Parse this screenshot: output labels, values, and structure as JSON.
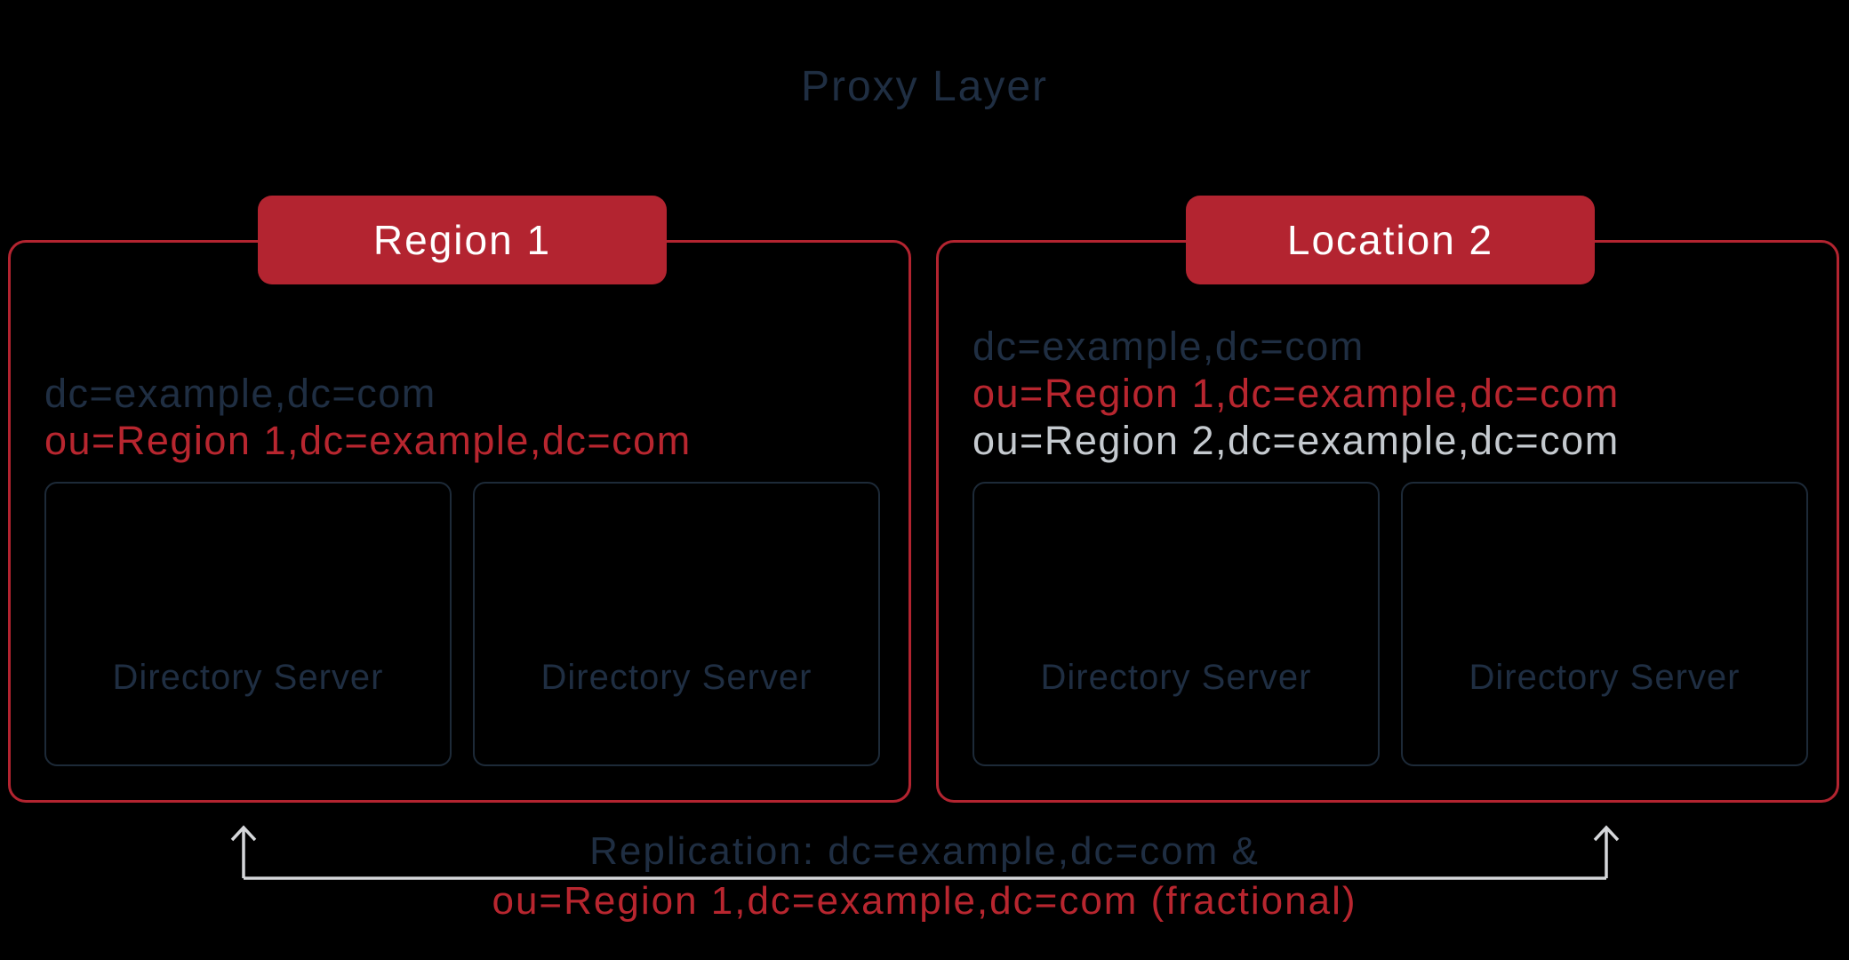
{
  "proxy": {
    "label": "Proxy Layer"
  },
  "regions": [
    {
      "label": "Region 1",
      "dn_lines": [
        {
          "text": "dc=example,dc=com"
        },
        {
          "text": "ou=Region 1,dc=example,dc=com"
        }
      ],
      "servers": [
        {
          "label": "Directory Server"
        },
        {
          "label": "Directory Server"
        }
      ]
    },
    {
      "label": "Location 2",
      "dn_lines": [
        {
          "text": "dc=example,dc=com"
        },
        {
          "text": "ou=Region 1,dc=example,dc=com"
        },
        {
          "text": "ou=Region 2,dc=example,dc=com"
        }
      ],
      "servers": [
        {
          "label": "Directory Server"
        },
        {
          "label": "Directory Server"
        }
      ]
    }
  ],
  "replication": {
    "line1": "Replication: dc=example,dc=com &",
    "line2": "ou=Region 1,dc=example,dc=com (fractional)"
  },
  "icons": {
    "proxy": "proxy-icon (triangle with three gray arrows)",
    "server": "directory-server-icon (triangle with three red arrows)"
  },
  "colors": {
    "bg": "#000000",
    "navy": "#18222e",
    "navy-text": "#1f2e42",
    "red": "#b32430",
    "red-text": "#b8262f",
    "white": "#ffffff",
    "gray-arrow": "#98a2ac",
    "gray-text": "#c5cacf",
    "line-gray": "#d5d7da",
    "card-border": "#1d2a38"
  }
}
